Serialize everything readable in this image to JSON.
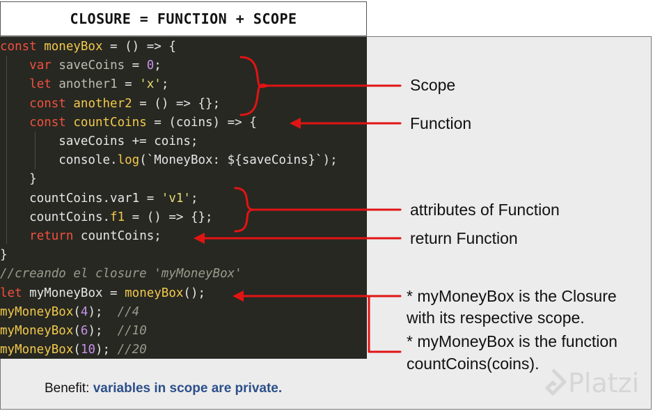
{
  "title": "CLOSURE = FUNCTION + SCOPE",
  "code_lines": [
    [
      {
        "t": "const ",
        "c": "kw"
      },
      {
        "t": "moneyBox",
        "c": "fn"
      },
      {
        "t": " = () => {",
        "c": ""
      }
    ],
    [
      {
        "t": "    ",
        "c": ""
      },
      {
        "t": "var ",
        "c": "kw"
      },
      {
        "t": "saveCoins",
        "c": "dim"
      },
      {
        "t": " = ",
        "c": ""
      },
      {
        "t": "0",
        "c": "num"
      },
      {
        "t": ";",
        "c": ""
      }
    ],
    [
      {
        "t": "    ",
        "c": ""
      },
      {
        "t": "let ",
        "c": "kw"
      },
      {
        "t": "another1",
        "c": "dim"
      },
      {
        "t": " = ",
        "c": ""
      },
      {
        "t": "'x'",
        "c": "str"
      },
      {
        "t": ";",
        "c": ""
      }
    ],
    [
      {
        "t": "    ",
        "c": ""
      },
      {
        "t": "const ",
        "c": "kw"
      },
      {
        "t": "another2",
        "c": "fn"
      },
      {
        "t": " = () => {};",
        "c": ""
      }
    ],
    [
      {
        "t": "    ",
        "c": ""
      },
      {
        "t": "const ",
        "c": "kw"
      },
      {
        "t": "countCoins",
        "c": "fn"
      },
      {
        "t": " = (coins) => {",
        "c": ""
      }
    ],
    [
      {
        "t": "        saveCoins += coins;",
        "c": ""
      }
    ],
    [
      {
        "t": "        console.",
        "c": ""
      },
      {
        "t": "log",
        "c": "fn"
      },
      {
        "t": "(`MoneyBox: ${saveCoins}`);",
        "c": ""
      }
    ],
    [
      {
        "t": "    }",
        "c": ""
      }
    ],
    [
      {
        "t": "    countCoins.var1 = ",
        "c": ""
      },
      {
        "t": "'v1'",
        "c": "str"
      },
      {
        "t": ";",
        "c": ""
      }
    ],
    [
      {
        "t": "    countCoins.",
        "c": ""
      },
      {
        "t": "f1",
        "c": "fn"
      },
      {
        "t": " = () => {};",
        "c": ""
      }
    ],
    [
      {
        "t": "    ",
        "c": ""
      },
      {
        "t": "return ",
        "c": "kw"
      },
      {
        "t": "countCoins;",
        "c": ""
      }
    ],
    [
      {
        "t": "}",
        "c": ""
      }
    ],
    [
      {
        "t": "//creando el closure 'myMoneyBox'",
        "c": "cm"
      }
    ],
    [
      {
        "t": "let ",
        "c": "kw"
      },
      {
        "t": "myMoneyBox",
        "c": ""
      },
      {
        "t": " = ",
        "c": ""
      },
      {
        "t": "moneyBox",
        "c": "fn"
      },
      {
        "t": "();",
        "c": ""
      }
    ],
    [
      {
        "t": "myMoneyBox",
        "c": "fn"
      },
      {
        "t": "(",
        "c": ""
      },
      {
        "t": "4",
        "c": "num"
      },
      {
        "t": ");  ",
        "c": ""
      },
      {
        "t": "//4",
        "c": "cm"
      }
    ],
    [
      {
        "t": "myMoneyBox",
        "c": "fn"
      },
      {
        "t": "(",
        "c": ""
      },
      {
        "t": "6",
        "c": "num"
      },
      {
        "t": ");  ",
        "c": ""
      },
      {
        "t": "//10",
        "c": "cm"
      }
    ],
    [
      {
        "t": "myMoneyBox",
        "c": "fn"
      },
      {
        "t": "(",
        "c": ""
      },
      {
        "t": "10",
        "c": "num"
      },
      {
        "t": "); ",
        "c": ""
      },
      {
        "t": "//20",
        "c": "cm"
      }
    ]
  ],
  "annotations": {
    "scope": "Scope",
    "function": "Function",
    "attributes": "attributes of Function",
    "return": "return Function",
    "closure_line1": "* myMoneyBox is the Closure",
    "closure_line2": "with its respective scope.",
    "function_line1": "* myMoneyBox is the function",
    "function_line2": "countCoins(coins)."
  },
  "benefit": {
    "prefix": "Benefit: ",
    "highlight": "variables in scope are private."
  },
  "watermark": "Platzi",
  "colors": {
    "code_bg": "#272822",
    "keyword": "#f2503f",
    "function": "#f2c94c",
    "arrow": "#e11414",
    "benefit_highlight": "#2c4f8a"
  }
}
